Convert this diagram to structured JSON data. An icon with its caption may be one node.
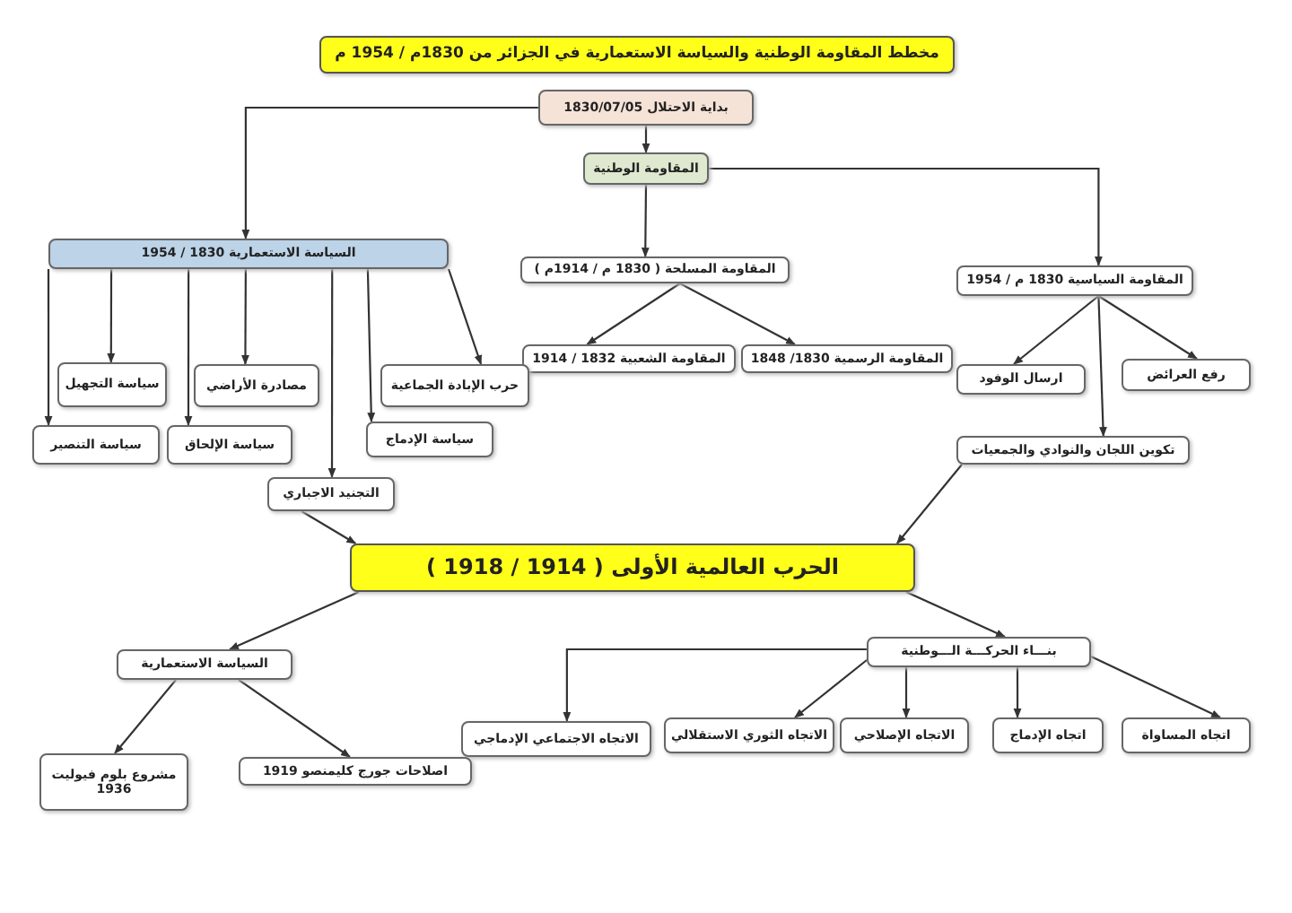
{
  "diagram": {
    "title": "مخطط المقاومة الوطنية والسياسة الاستعمارية في الجزائر من 1830م / 1954 م",
    "nodes": [
      {
        "text": [
          "بداية الاحتلال 1830/07/05"
        ]
      },
      {
        "text": [
          "المقاومة الوطنية"
        ]
      },
      {
        "text": [
          "السياسة الاستعمارية 1830 / 1954"
        ]
      },
      {
        "text": [
          "المقاومة المسلحة ( 1830 م / 1914م )"
        ]
      },
      {
        "text": [
          "المقاومة السياسية 1830 م / 1954"
        ]
      },
      {
        "text": [
          "المقاومة الشعبية 1832 / 1914"
        ]
      },
      {
        "text": [
          "المقاومة الرسمية 1830/ 1848"
        ]
      },
      {
        "text": [
          "سياسة التجهيل"
        ]
      },
      {
        "text": [
          "مصادرة الأراضي"
        ]
      },
      {
        "text": [
          "حرب الإبادة الجماعية"
        ]
      },
      {
        "text": [
          "سياسة التنصير"
        ]
      },
      {
        "text": [
          "سياسة الإلحاق"
        ]
      },
      {
        "text": [
          "سياسة الإدماج"
        ]
      },
      {
        "text": [
          "التجنيد الاجباري"
        ]
      },
      {
        "text": [
          "ارسال الوفود"
        ]
      },
      {
        "text": [
          "رفع العرائض"
        ]
      },
      {
        "text": [
          "تكوين اللجان والنوادي والجمعيات"
        ]
      },
      {
        "text": [
          "الحرب العالمية الأولى ( 1914 / 1918 )"
        ]
      },
      {
        "text": [
          "السياسة الاستعمارية"
        ]
      },
      {
        "text": [
          "بنـــاء الحركـــة الـــوطنية"
        ]
      },
      {
        "text": [
          "الاتجاه الاجتماعي الإدماجي"
        ]
      },
      {
        "text": [
          "الاتجاه الثوري الاستقلالي"
        ]
      },
      {
        "text": [
          "الاتجاه الإصلاحي"
        ]
      },
      {
        "text": [
          "اتجاه الإدماج"
        ]
      },
      {
        "text": [
          "اتجاه المساواة"
        ]
      },
      {
        "text": [
          "مشروع بلوم فيوليت 1936"
        ]
      },
      {
        "text": [
          "اصلاحات جورج كليمنصو 1919"
        ]
      }
    ],
    "edges": [
      {
        "from": 0,
        "to": 2,
        "arrow": "to"
      },
      {
        "from": 0,
        "to": 1,
        "arrow": "to"
      },
      {
        "from": 1,
        "to": 3,
        "arrow": "to"
      },
      {
        "from": 1,
        "to": 4,
        "arrow": "to"
      },
      {
        "from": 2,
        "to": 7,
        "arrow": "to"
      },
      {
        "from": 2,
        "to": 8,
        "arrow": "to"
      },
      {
        "from": 2,
        "to": 9,
        "arrow": "to"
      },
      {
        "from": 2,
        "to": 10,
        "arrow": "to"
      },
      {
        "from": 2,
        "to": 11,
        "arrow": "to"
      },
      {
        "from": 2,
        "to": 12,
        "arrow": "to"
      },
      {
        "from": 2,
        "to": 13,
        "arrow": "to"
      },
      {
        "from": 3,
        "to": 5,
        "arrow": "to"
      },
      {
        "from": 3,
        "to": 6,
        "arrow": "to"
      },
      {
        "from": 4,
        "to": 14,
        "arrow": "to"
      },
      {
        "from": 4,
        "to": 15,
        "arrow": "to"
      },
      {
        "from": 4,
        "to": 16,
        "arrow": "to"
      },
      {
        "from": 13,
        "to": 17,
        "arrow": "to"
      },
      {
        "from": 16,
        "to": 17,
        "arrow": "to"
      },
      {
        "from": 17,
        "to": 18,
        "arrow": "to"
      },
      {
        "from": 17,
        "to": 19,
        "arrow": "to"
      },
      {
        "from": 18,
        "to": 25,
        "arrow": "to"
      },
      {
        "from": 18,
        "to": 26,
        "arrow": "to"
      },
      {
        "from": 19,
        "to": 20,
        "arrow": "to"
      },
      {
        "from": 19,
        "to": 21,
        "arrow": "to"
      },
      {
        "from": 19,
        "to": 22,
        "arrow": "to"
      },
      {
        "from": 19,
        "to": 23,
        "arrow": "to"
      },
      {
        "from": 19,
        "to": 24,
        "arrow": "to"
      }
    ]
  }
}
